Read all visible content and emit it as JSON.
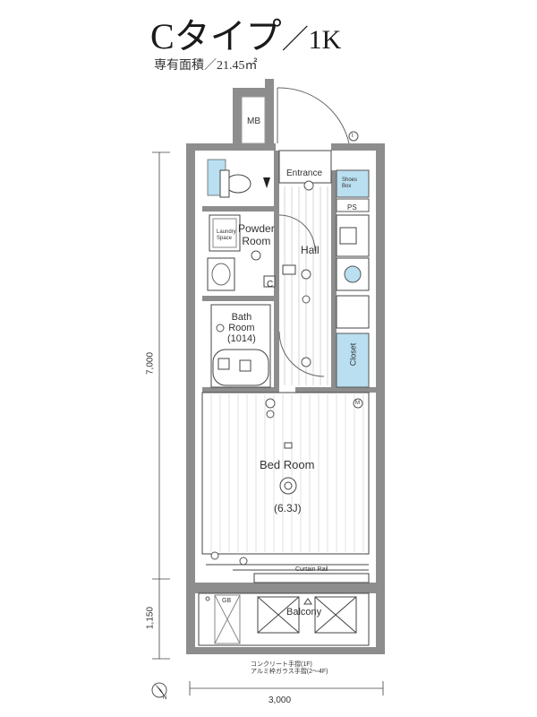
{
  "plan": {
    "type_label": "Cタイプ",
    "layout_label": "／1K",
    "area_label": "専有面積／21.45㎡"
  },
  "rooms": {
    "mb": "MB",
    "entrance": "Entrance",
    "shoes_box": "Shoes\nBox",
    "ps": "PS",
    "hall": "Hall",
    "powder_room": "Powder\nRoom",
    "laundry_space": "Laundry\nSpace",
    "bath_room": "Bath\nRoom\n(1014)",
    "closet": "Closet",
    "bed_room": "Bed Room",
    "bed_room_size": "(6.3J)",
    "balcony": "Balcony",
    "curtain_rail": "Curtain Rail"
  },
  "markers": {
    "c_box": "C",
    "m_circle": "M",
    "t_circle": "t",
    "gb": "GB"
  },
  "dimensions": {
    "height_main": "7,000",
    "height_balcony": "1,150",
    "width": "3,000"
  },
  "notes": {
    "railing_line1": "コンクリート手摺(1F)",
    "railing_line2": "アルミ枠ガラス手摺(2〜4F)"
  },
  "compass": {
    "north": "N"
  }
}
